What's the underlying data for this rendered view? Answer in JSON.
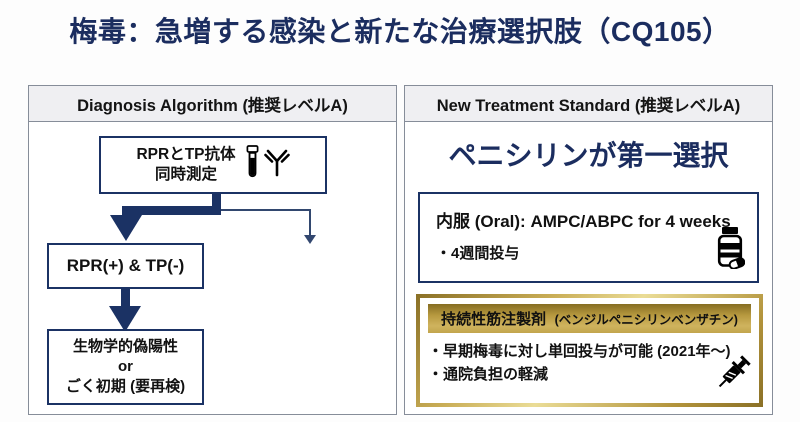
{
  "title": "梅毒：急増する感染と新たな治療選択肢（CQ105）",
  "colors": {
    "navy": "#1b2f63",
    "gold_dark": "#8a7026",
    "gold_light": "#eadc96",
    "header_bg": "#efeff2",
    "panel_border": "#868d99"
  },
  "left_panel": {
    "header": "Diagnosis Algorithm (推奨レベルA)",
    "box1_line1": "RPRとTP抗体",
    "box1_line2": "同時測定",
    "box1_icons": [
      "test-tube",
      "antibody"
    ],
    "box2": "RPR(+) & TP(-)",
    "box3_line1": "生物学的偽陽性",
    "box3_line2": "or",
    "box3_line3": "ごく初期 (要再検)"
  },
  "right_panel": {
    "header": "New Treatment Standard (推奨レベルA)",
    "headline": "ペニシリンが第一選択",
    "oral": {
      "title": "内服 (Oral): AMPC/ABPC for 4 weeks",
      "bullet": "・4週間投与",
      "icon": "pill-bottle"
    },
    "injection": {
      "banner_main": "持続性筋注製剤",
      "banner_sub": "(ベンジルペニシリンベンザチン)",
      "bullets": [
        "・早期梅毒に対し単回投与が可能 (2021年～)",
        "・通院負担の軽減"
      ],
      "icon": "syringe"
    }
  }
}
